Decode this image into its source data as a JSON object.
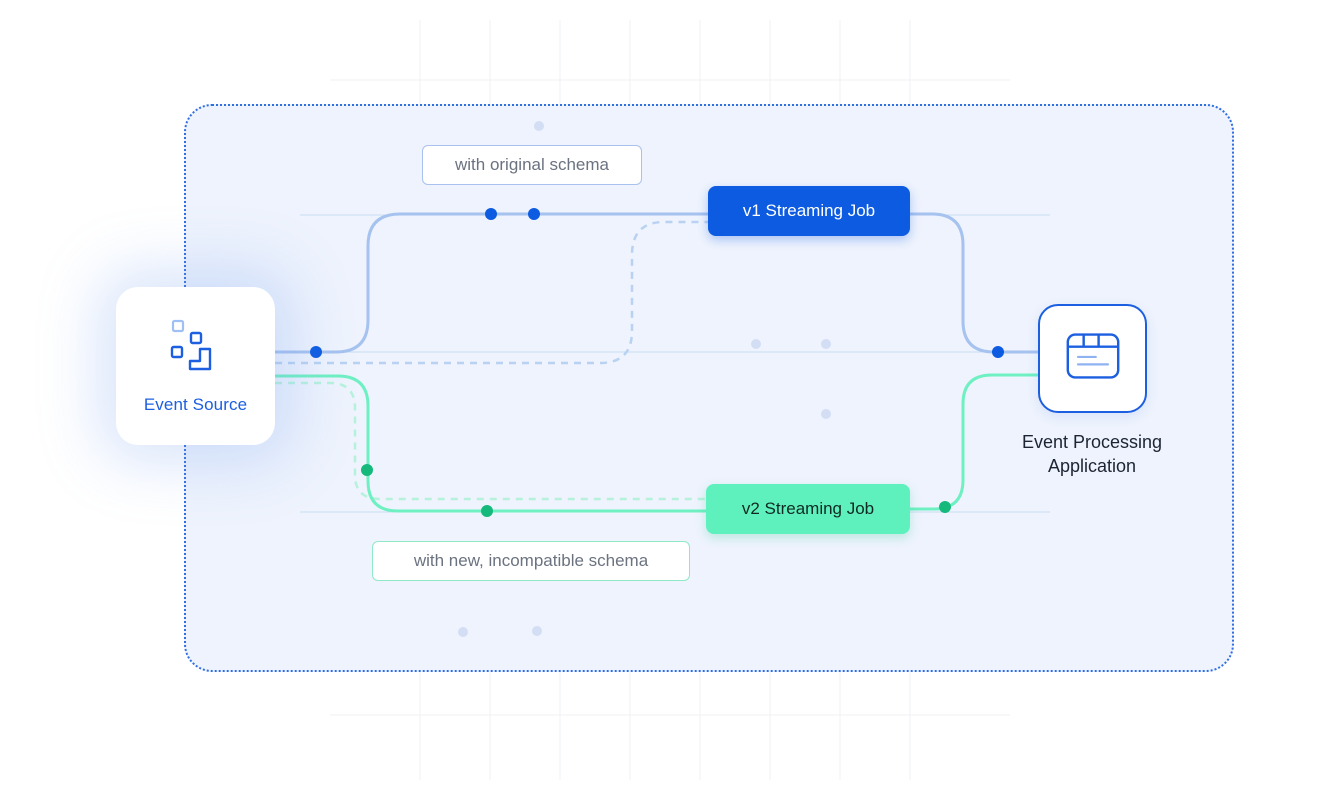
{
  "diagram": {
    "source": {
      "label": "Event Source",
      "icon": "event-source-icon"
    },
    "target": {
      "label_line1": "Event Processing",
      "label_line2": "Application",
      "icon": "application-window-icon"
    },
    "jobs": {
      "v1": {
        "label": "v1 Streaming Job",
        "color": "#0c5be0"
      },
      "v2": {
        "label": "v2 Streaming Job",
        "color": "#5ef0bd"
      }
    },
    "schemas": {
      "original": "with original schema",
      "new": "with new, incompatible schema"
    },
    "colors": {
      "frame_border": "#2f6fe0",
      "frame_fill": "#eef3fd",
      "v1_wire": "#a6c2ef",
      "v2_wire": "#6ff0c2",
      "v1_dot": "#0c5be0",
      "v2_dot": "#16b97c"
    }
  }
}
